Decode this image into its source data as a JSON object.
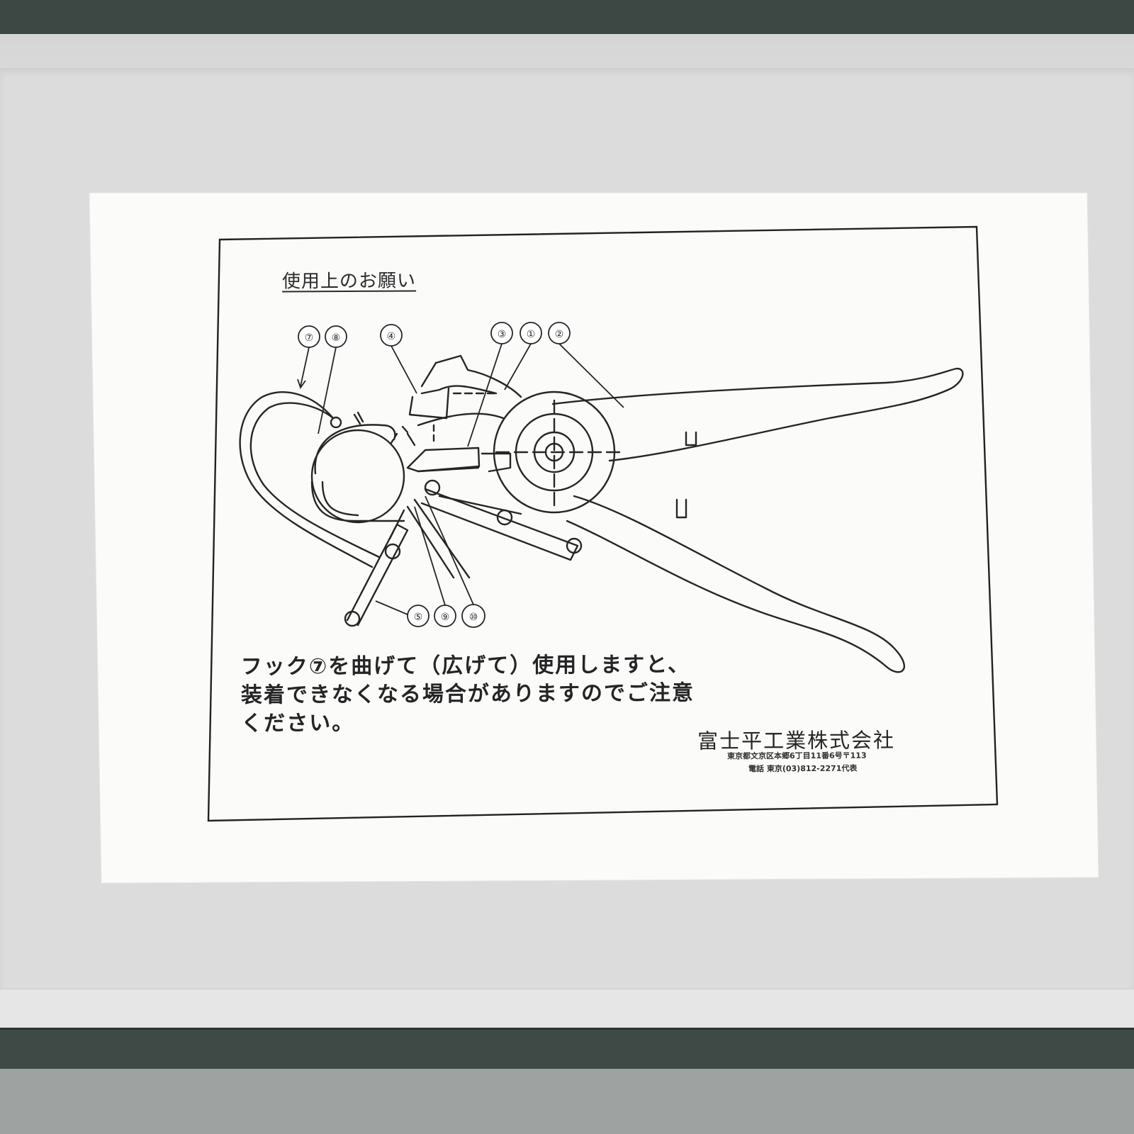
{
  "sheet": {
    "heading": "使用上のお願い",
    "callouts": [
      "⑦",
      "⑧",
      "④",
      "③",
      "①",
      "②",
      "⑤",
      "⑨",
      "⑩"
    ],
    "note_lines": [
      "フック⑦を曲げて（広げて）使用しますと、",
      "装着できなくなる場合がありますのでご注意",
      "ください。"
    ],
    "company": "富士平工業株式会社",
    "address": "東京都文京区本郷6丁目11番6号〒113",
    "telephone": "電話 東京(03)812-2271代表"
  }
}
